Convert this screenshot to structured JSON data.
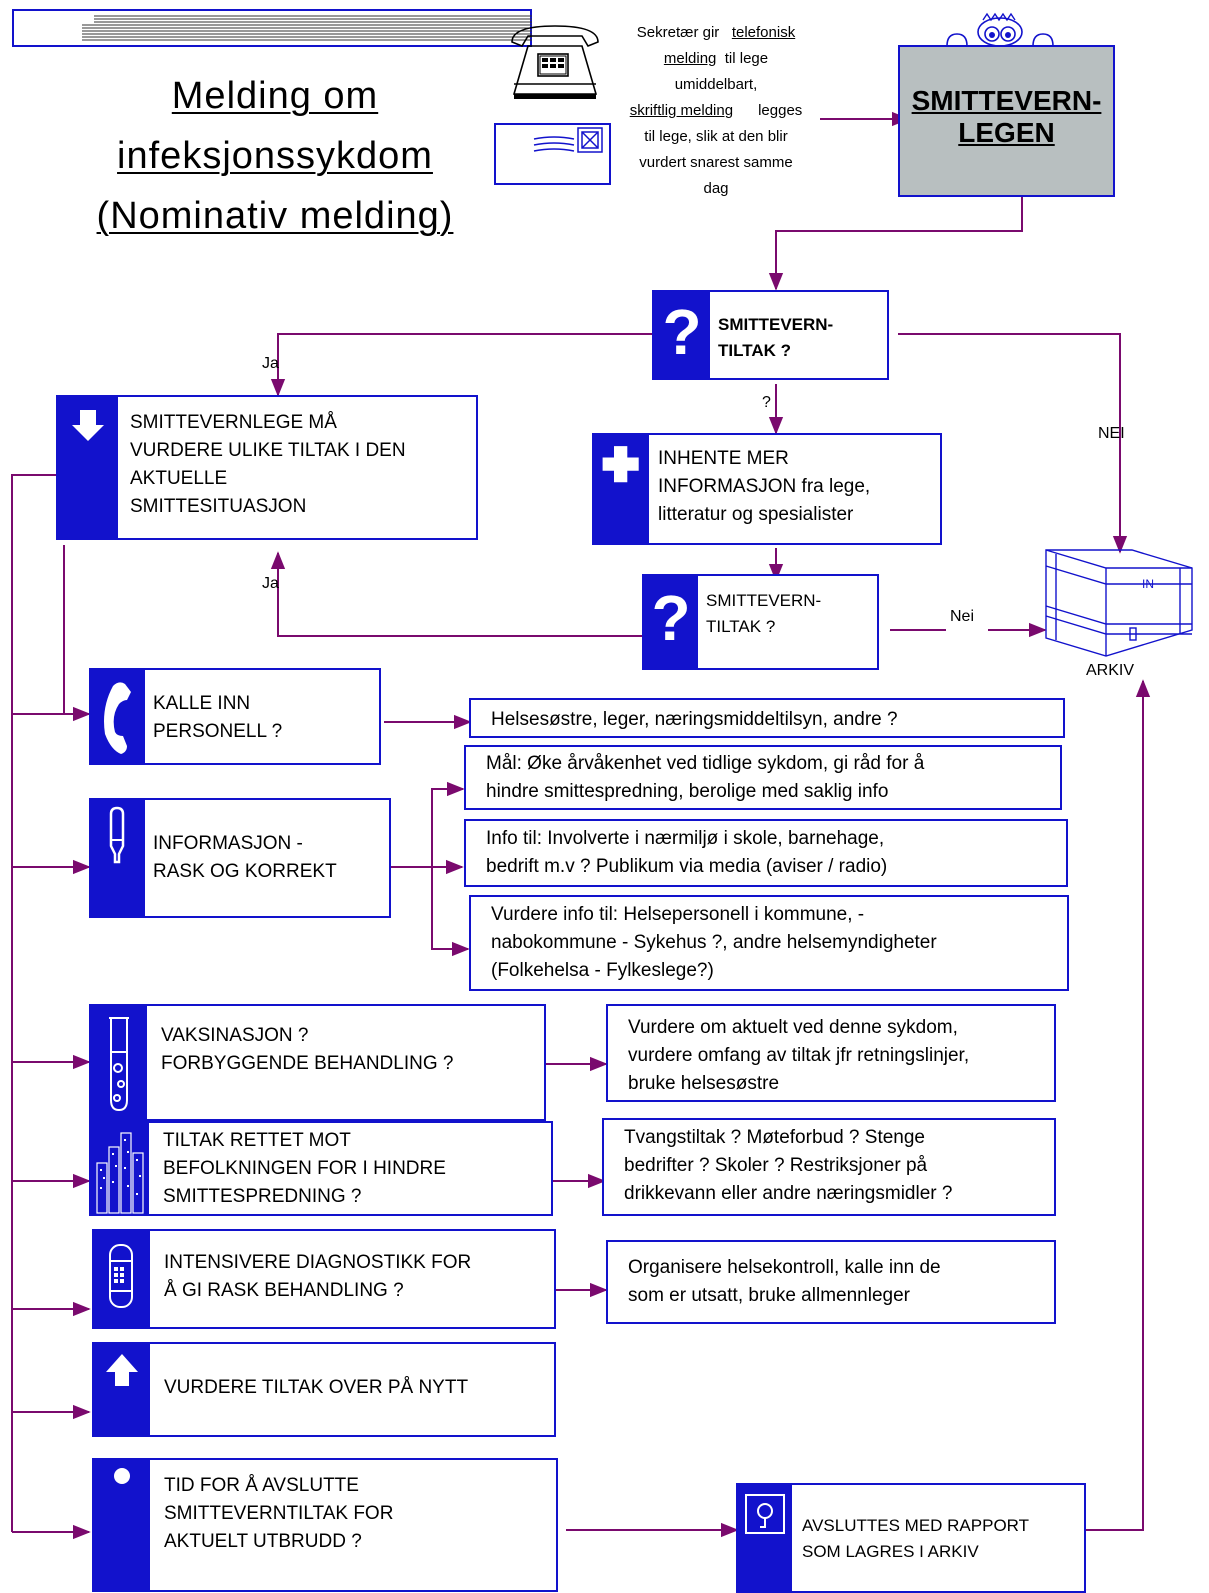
{
  "title_lines": [
    "Melding om",
    "infeksjonssykdom",
    "(Nominativ melding)"
  ],
  "note": {
    "l1_a": "Sekretær gir",
    "l1_u": "telefonisk",
    "l2_u": "melding",
    "l2_b": "til lege",
    "l3": "umiddelbart,",
    "l4_u": "skriftlig melding",
    "l4_b": "legges",
    "l5": "til lege, slik at den blir",
    "l6": "vurdert snarest samme",
    "l7": "dag"
  },
  "smittevern_legen": "SMITTEVERN-\nLEGEN",
  "q1": "SMITTEVERN-\nTILTAK ?",
  "q2": "SMITTEVERN-\nTILTAK ?",
  "vurdere": "SMITTEVERNLEGE MÅ\nVURDERE ULIKE TILTAK I DEN\nAKTUELLE\nSMITTESITUASJON",
  "inhente": "INHENTE MER\nINFORMASJON fra lege,\nlitteratur og spesialister",
  "labels": {
    "ja1": "Ja",
    "q_mark": "?",
    "nei1": "NEI",
    "ja2": "Ja",
    "nei2": "Nei",
    "arkiv": "ARKIV",
    "tray_in": "IN"
  },
  "steps": [
    {
      "main": "KALLE INN\nPERSONELL ?",
      "icon": "phone-icon"
    },
    {
      "main": "INFORMASJON -\nRASK OG KORREKT",
      "icon": "pen-icon"
    },
    {
      "main": "VAKSINASJON ?\nFORBYGGENDE BEHANDLING ?",
      "icon": "test-tube-icon"
    },
    {
      "main": "TILTAK RETTET MOT\nBEFOLKNINGEN FOR I HINDRE\nSMITTESPREDNING ?",
      "icon": "city-icon"
    },
    {
      "main": "INTENSIVERE DIAGNOSTIKK FOR\nÅ GI RASK  BEHANDLING ?",
      "icon": "device-icon"
    },
    {
      "main": "VURDERE TILTAK OVER PÅ NYTT",
      "icon": "up-arrow-icon"
    },
    {
      "main": "TID FOR Å AVSLUTTE\nSMITTEVERNTILTAK  FOR\nAKTUELT UTBRUDD ?",
      "icon": "dot-icon"
    }
  ],
  "details": {
    "personell": "Helsesøstre, leger, næringsmiddeltilsyn, andre ?",
    "info1": "Mål: Øke årvåkenhet ved tidlige sykdom, gi råd for å\nhindre  smittespredning, berolige med saklig info",
    "info2": "Info til: Involverte i nærmiljø i skole, barnehage,\nbedrift m.v ? Publikum via media (aviser / radio)",
    "info3": "Vurdere info til: Helsepersonell i kommune, -\nnabokommune  - Sykehus ?, andre helsemyndigheter\n(Folkehelsa - Fylkeslege?)",
    "vaksine": "Vurdere om aktuelt ved  denne sykdom,\nvurdere omfang av tiltak jfr retningslinjer,\nbruke helsesøstre",
    "tiltak": "Tvangstiltak ? Møteforbud ? Stenge\nbedrifter ? Skoler ? Restriksjoner på\ndrikkevann eller andre næringsmidler ?",
    "diagnostikk": "Organisere helsekontroll, kalle inn de\nsom er utsatt, bruke allmennleger"
  },
  "rapport": "AVSLUTTES MED RAPPORT\nSOM LAGRES I ARKIV",
  "colors": {
    "box_border": "#1212cc",
    "arrow": "#7a0a6e",
    "gray_box": "#b8bfc0"
  }
}
